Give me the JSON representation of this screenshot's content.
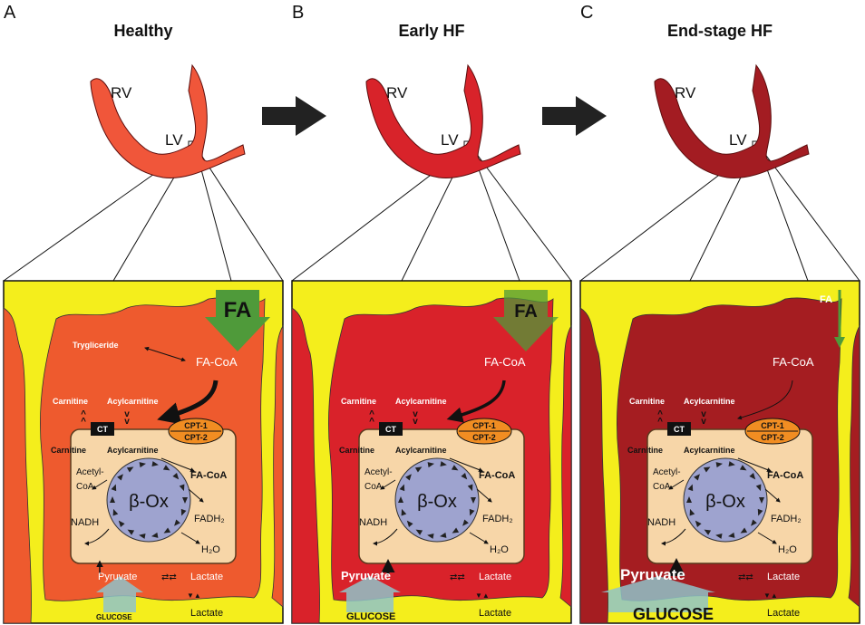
{
  "panels": [
    {
      "letter": "A",
      "title": "Healthy",
      "heart": {
        "rv": "RV",
        "lv": "LV"
      },
      "colors": {
        "tissue": "#ee5a2e",
        "heart": "#f0563a"
      },
      "labels": {
        "fa": "FA",
        "triglyceride": "Trygliceride",
        "fa_coa_top": "FA-CoA",
        "carnitine_top": "Carnitine",
        "acylcarnitine_top": "Acylcarnitine",
        "ct": "CT",
        "cpt1": "CPT-1",
        "cpt2": "CPT-2",
        "carnitine_in": "Carnitine",
        "acylcarnitine_in": "Acylcarnitine",
        "acetyl": "Acetyl-",
        "coa": "CoA",
        "fa_coa_in": "FA-CoA",
        "box": "β-Ox",
        "nadh": "NADH",
        "fadh2": "FADH₂",
        "h2o": "H₂O",
        "pyruvate": "Pyruvate",
        "lactate1": "Lactate",
        "lactate2": "Lactate",
        "glucose": "GLUCOSE"
      }
    },
    {
      "letter": "B",
      "title": "Early HF",
      "heart": {
        "rv": "RV",
        "lv": "LV"
      },
      "colors": {
        "tissue": "#d9222a",
        "heart": "#d8232a"
      },
      "labels": {
        "fa": "FA",
        "fa_coa_top": "FA-CoA",
        "carnitine_top": "Carnitine",
        "acylcarnitine_top": "Acylcarnitine",
        "ct": "CT",
        "cpt1": "CPT-1",
        "cpt2": "CPT-2",
        "carnitine_in": "Carnitine",
        "acylcarnitine_in": "Acylcarnitine",
        "acetyl": "Acetyl-",
        "coa": "CoA",
        "fa_coa_in": "FA-CoA",
        "box": "β-Ox",
        "nadh": "NADH",
        "fadh2": "FADH₂",
        "h2o": "H₂O",
        "pyruvate": "Pyruvate",
        "lactate1": "Lactate",
        "lactate2": "Lactate",
        "glucose": "GLUCOSE"
      }
    },
    {
      "letter": "C",
      "title": "End-stage HF",
      "heart": {
        "rv": "RV",
        "lv": "LV"
      },
      "colors": {
        "tissue": "#a51d21",
        "heart": "#a31c22"
      },
      "labels": {
        "fa": "FA",
        "fa_coa_top": "FA-CoA",
        "carnitine_top": "Carnitine",
        "acylcarnitine_top": "Acylcarnitine",
        "ct": "CT",
        "cpt1": "CPT-1",
        "cpt2": "CPT-2",
        "carnitine_in": "Carnitine",
        "acylcarnitine_in": "Acylcarnitine",
        "acetyl": "Acetyl-",
        "coa": "CoA",
        "fa_coa_in": "FA-CoA",
        "box": "β-Ox",
        "nadh": "NADH",
        "fadh2": "FADH₂",
        "h2o": "H₂O",
        "pyruvate": "Pyruvate",
        "lactate1": "Lactate",
        "lactate2": "Lactate",
        "glucose": "GLUCOSE"
      }
    }
  ],
  "colors": {
    "background": "#f4ee1c",
    "mito_fill": "#f7d6a8",
    "beta_ox_fill": "#9ea3cf",
    "fa_arrow": "#4f9a3a",
    "glucose_arrow": "#8fc3c9",
    "cpt_fill": "#f18d22"
  }
}
